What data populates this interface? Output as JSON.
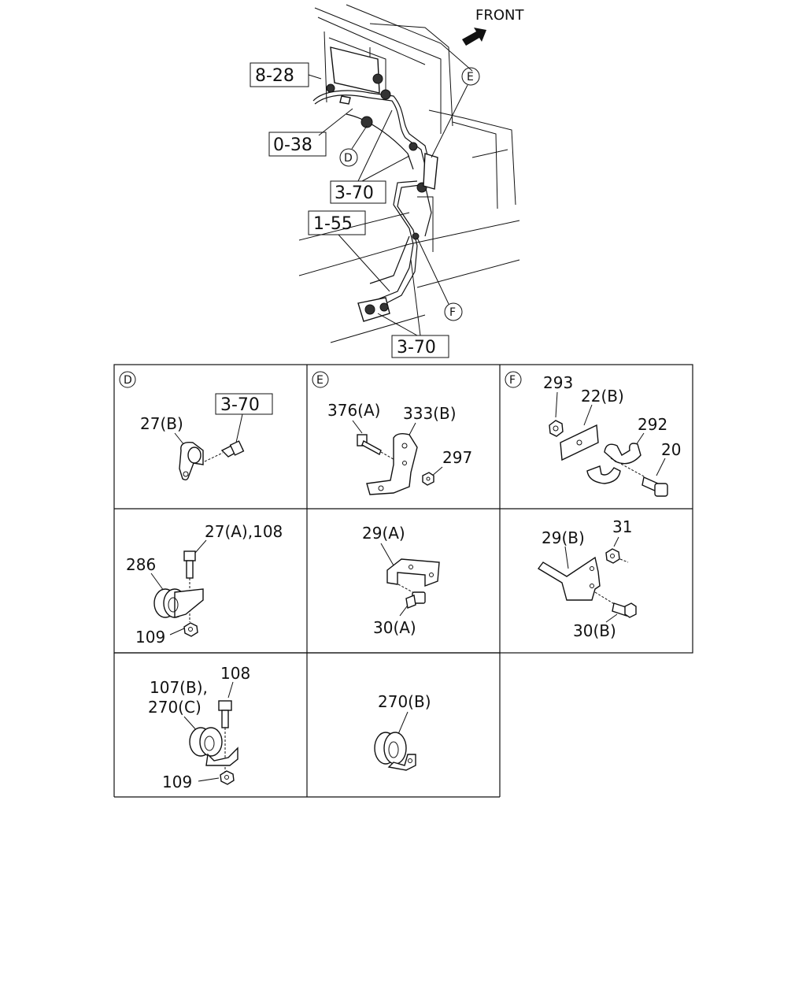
{
  "header": {
    "front_label": "FRONT"
  },
  "main_refs": {
    "ref_828": "8-28",
    "ref_038": "0-38",
    "ref_370_a": "3-70",
    "ref_155": "1-55",
    "ref_370_b": "3-70"
  },
  "callouts": {
    "d": "D",
    "e": "E",
    "f": "F"
  },
  "grid": {
    "d": {
      "marker": "D",
      "ref": "3-70",
      "label_1": "27(B)"
    },
    "e": {
      "marker": "E",
      "label_1": "376(A)",
      "label_2": "333(B)",
      "label_3": "297"
    },
    "f": {
      "marker": "F",
      "label_1": "293",
      "label_2": "22(B)",
      "label_3": "292",
      "label_4": "20"
    },
    "r2c1": {
      "label_1": "27(A),108",
      "label_2": "286",
      "label_3": "109"
    },
    "r2c2": {
      "label_1": "29(A)",
      "label_2": "30(A)"
    },
    "r2c3": {
      "label_1": "29(B)",
      "label_2": "31",
      "label_3": "30(B)"
    },
    "r3c1": {
      "label_1": "107(B),",
      "label_2": "108",
      "label_3": "270(C)",
      "label_4": "109"
    },
    "r3c2": {
      "label_1": "270(B)"
    }
  }
}
